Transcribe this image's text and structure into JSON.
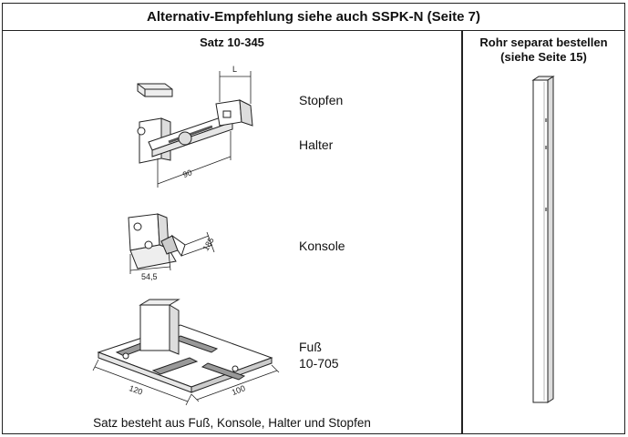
{
  "header": {
    "title": "Alternativ-Empfehlung siehe auch SSPK-N (Seite 7)"
  },
  "left": {
    "title": "Satz 10-345",
    "labels": {
      "stopfen": "Stopfen",
      "halter": "Halter",
      "konsole": "Konsole",
      "fuss": "Fuß",
      "fuss_number": "10-705"
    },
    "dimensions": {
      "halter_length": "L",
      "halter_width": "90",
      "konsole_height": "185",
      "konsole_depth": "54,5",
      "fuss_length": "120",
      "fuss_width": "100"
    },
    "footer": "Satz besteht aus Fuß, Konsole, Halter und Stopfen"
  },
  "right": {
    "title_line1": "Rohr separat bestellen",
    "title_line2": "(siehe Seite 15)"
  }
}
